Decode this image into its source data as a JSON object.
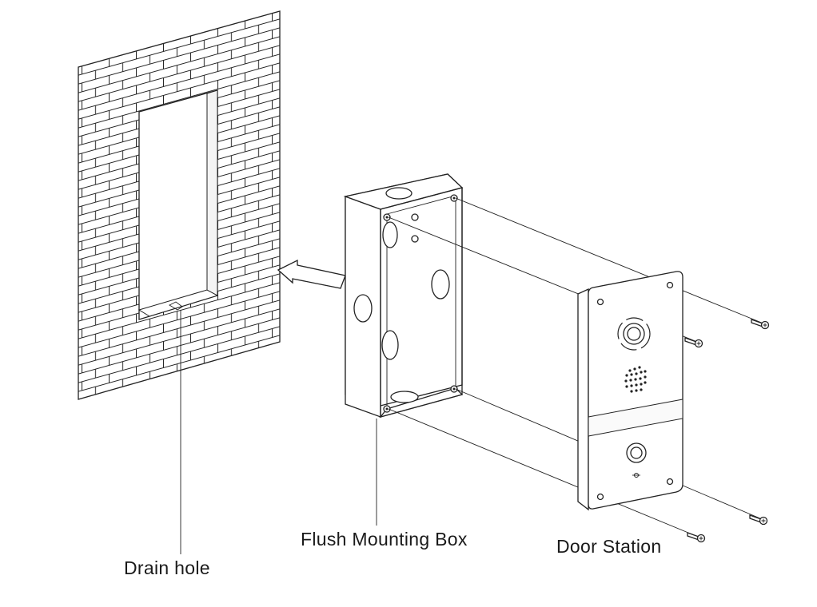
{
  "labels": {
    "drain_hole": "Drain hole",
    "flush_mounting_box": "Flush Mounting Box",
    "door_station": "Door Station"
  },
  "colors": {
    "line": "#222222",
    "background": "#ffffff"
  },
  "icons": {
    "direction": "arrow-icon",
    "fasteners": "screw-icon"
  }
}
